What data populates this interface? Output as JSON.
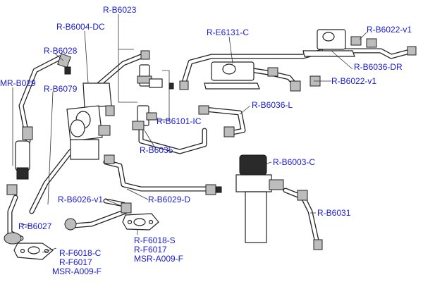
{
  "labels": {
    "b6023": "R-B6023",
    "b6004dc": "R-B6004-DC",
    "b6028": "R-B6028",
    "mrb029": "MR-B029",
    "b6079": "R-B6079",
    "e6131c": "R-E6131-C",
    "b6022v1_top": "R-B6022-v1",
    "b6036dr": "R-B6036-DR",
    "b6022v1_mid": "R-B6022-v1",
    "b6036l": "R-B6036-L",
    "b6101ic": "R-B6101-IC",
    "b6035": "R-B6035",
    "b6003c": "R-B6003-C",
    "b6029d": "R-B6029-D",
    "b6026v1": "R-B6026-v1",
    "b6031": "R-B6031",
    "b6027": "R-B6027",
    "f6018s": "R-F6018-S",
    "f6017_right": "R-F6017",
    "msr_right": "MSR-A009-F",
    "f6018c": "R-F6018-C",
    "f6017_left": "R-F6017",
    "msr_left": "MSR-A009-F"
  }
}
